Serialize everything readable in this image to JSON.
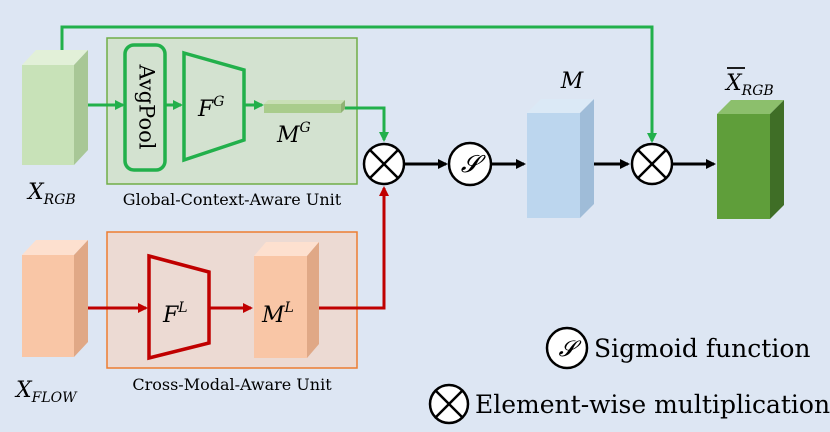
{
  "colors": {
    "background": "#dde6f3",
    "green_arrow": "#22b04b",
    "red_arrow": "#c00000",
    "global_unit_fill": "#d3e2d0",
    "global_unit_border": "#70ad47",
    "cross_unit_fill": "#ecdad3",
    "cross_unit_border": "#ed7d31",
    "rgb_block": "#c8e2b8",
    "flow_block": "#f9c6a6",
    "m_block": "#bcd6ee",
    "out_block": "#5f9e3a"
  },
  "labels": {
    "avgpool": "AvgPool",
    "fg_base": "F",
    "fg_sup": "G",
    "mg_base": "M",
    "mg_sup": "G",
    "fl_base": "F",
    "fl_sup": "L",
    "ml_base": "M",
    "ml_sup": "L",
    "m": "M",
    "sigmoid_symbol": "𝓢",
    "xrgb_base": "X",
    "xrgb_sub": "RGB",
    "xflow_base": "X",
    "xflow_sub": "FLOW",
    "xout_base": "X",
    "xout_sub": "RGB",
    "global_unit": "Global-Context-Aware Unit",
    "cross_unit": "Cross-Modal-Aware Unit"
  },
  "legend": {
    "sigmoid": "Sigmoid function",
    "multiply": "Element-wise multiplication"
  }
}
